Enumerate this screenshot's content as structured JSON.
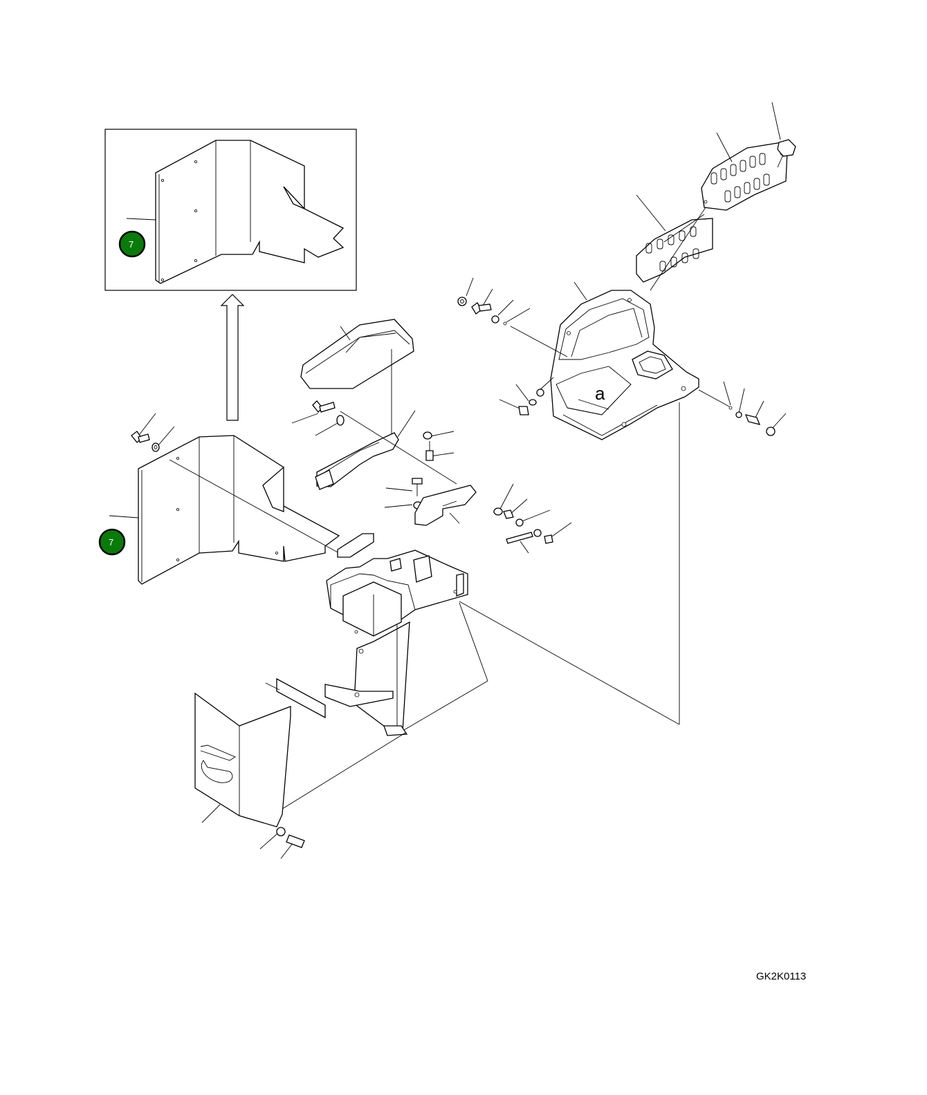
{
  "drawing": {
    "code": "GK2K0113",
    "detail_letter": "a",
    "badges": [
      {
        "id": "inset-cover-badge",
        "label": "7"
      },
      {
        "id": "main-cover-badge",
        "label": "7"
      }
    ]
  }
}
